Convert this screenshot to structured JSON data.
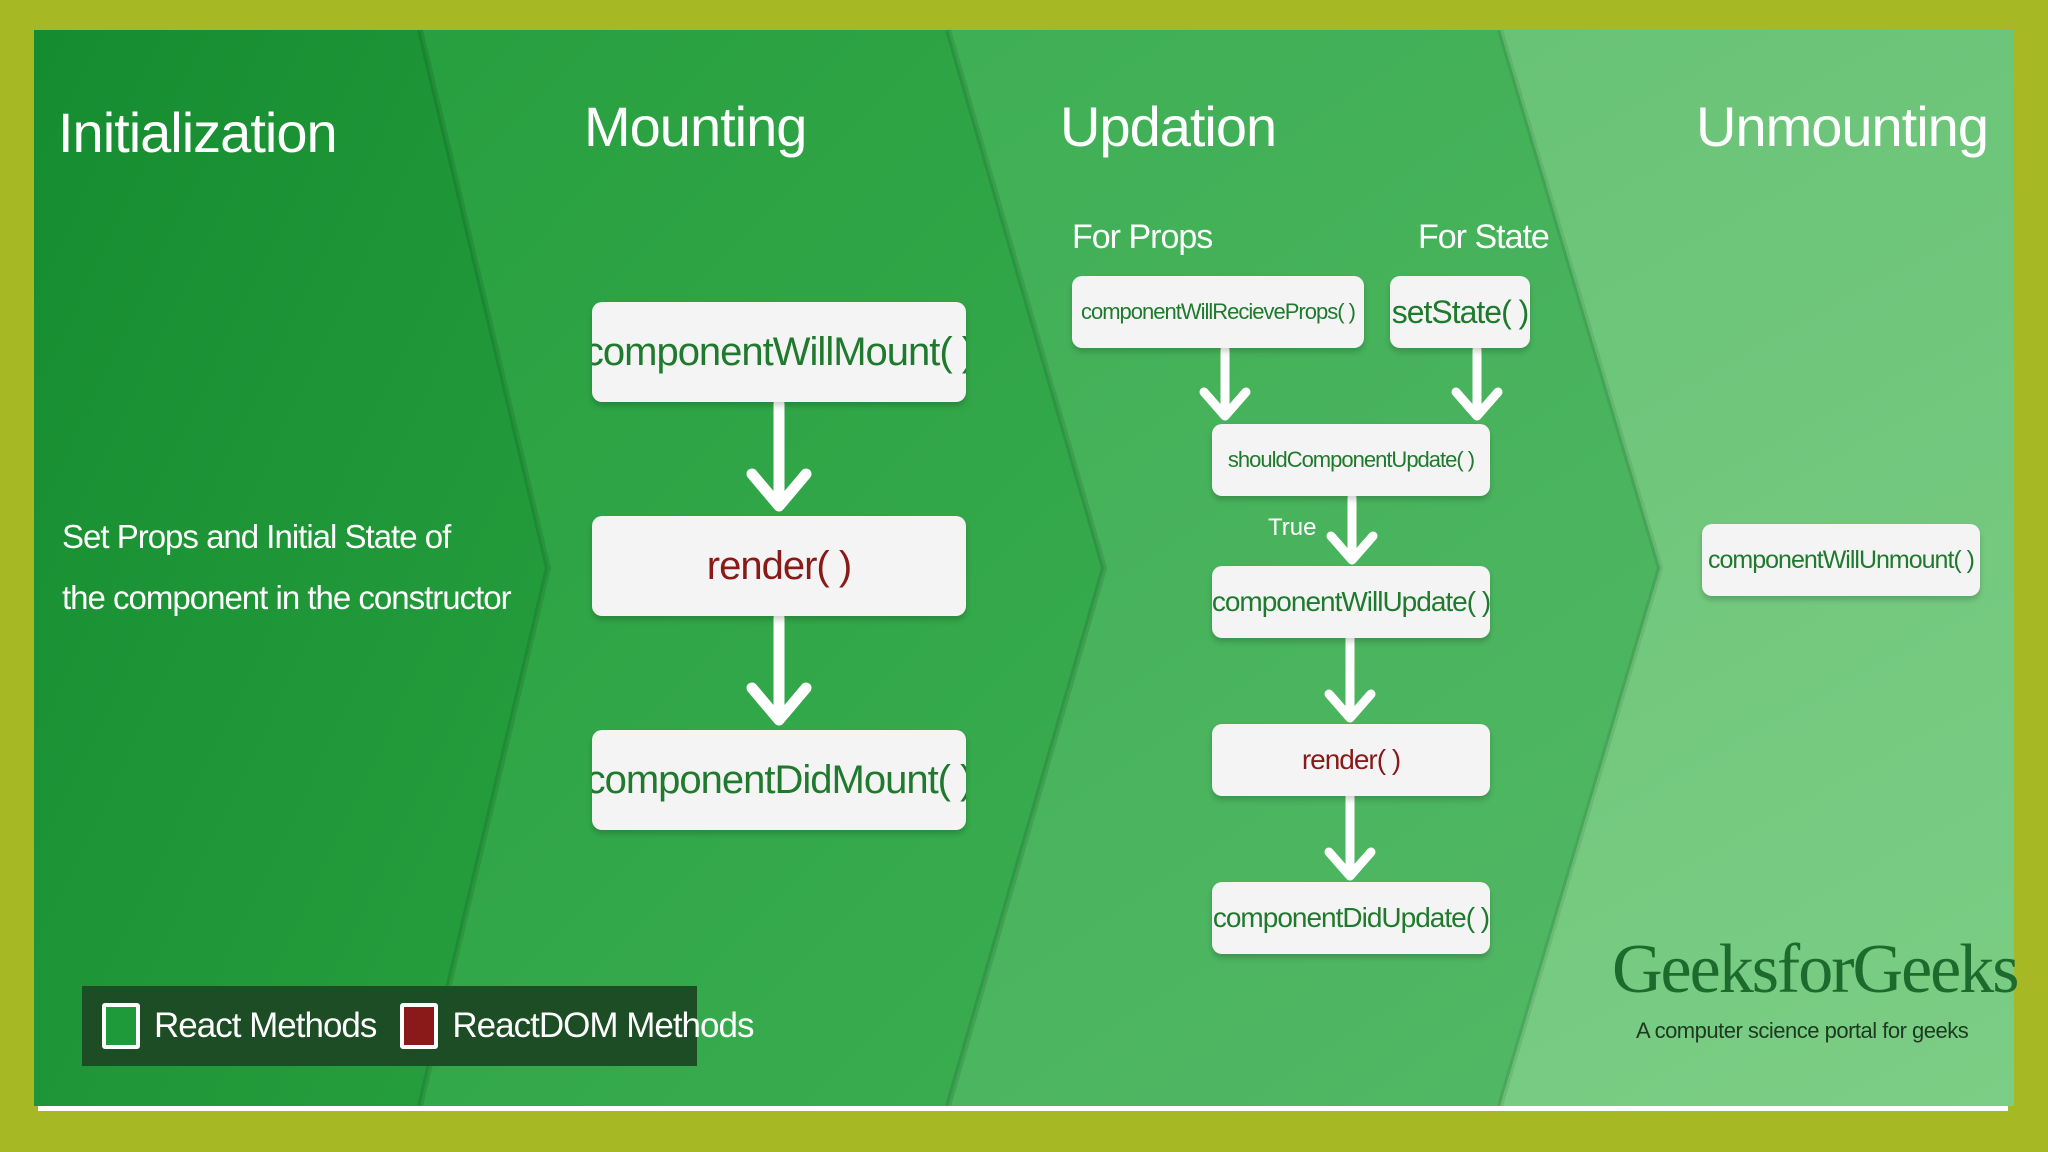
{
  "phases": {
    "initialization": {
      "title": "Initialization",
      "description_line1": "Set Props and Initial State of",
      "description_line2": "the component in the constructor"
    },
    "mounting": {
      "title": "Mounting",
      "methods": [
        "componentWillMount( )",
        "render( )",
        "componentDidMount( )"
      ]
    },
    "updation": {
      "title": "Updation",
      "for_props": "For Props",
      "for_state": "For State",
      "props_method": "componentWillRecieveProps( )",
      "state_method": "setState( )",
      "should_update": "shouldComponentUpdate( )",
      "true_label": "True",
      "will_update": "componentWillUpdate( )",
      "render": "render( )",
      "did_update": "componentDidUpdate( )"
    },
    "unmounting": {
      "title": "Unmounting",
      "will_unmount": "componentWillUnmount( )"
    }
  },
  "legend": {
    "react": "React Methods",
    "reactdom": "ReactDOM Methods"
  },
  "brand": {
    "name": "GeeksforGeeks",
    "tagline": "A computer science portal for geeks"
  },
  "colors": {
    "frame": "#a7b825",
    "panel1": "#1f9a3a",
    "panel2": "#2ea845",
    "panel3": "#45b65a",
    "panel4": "#6cc47a",
    "react_method": "#1f7a2e",
    "reactdom_method": "#8a1a1a",
    "legend_bg": "#1c4d24"
  }
}
